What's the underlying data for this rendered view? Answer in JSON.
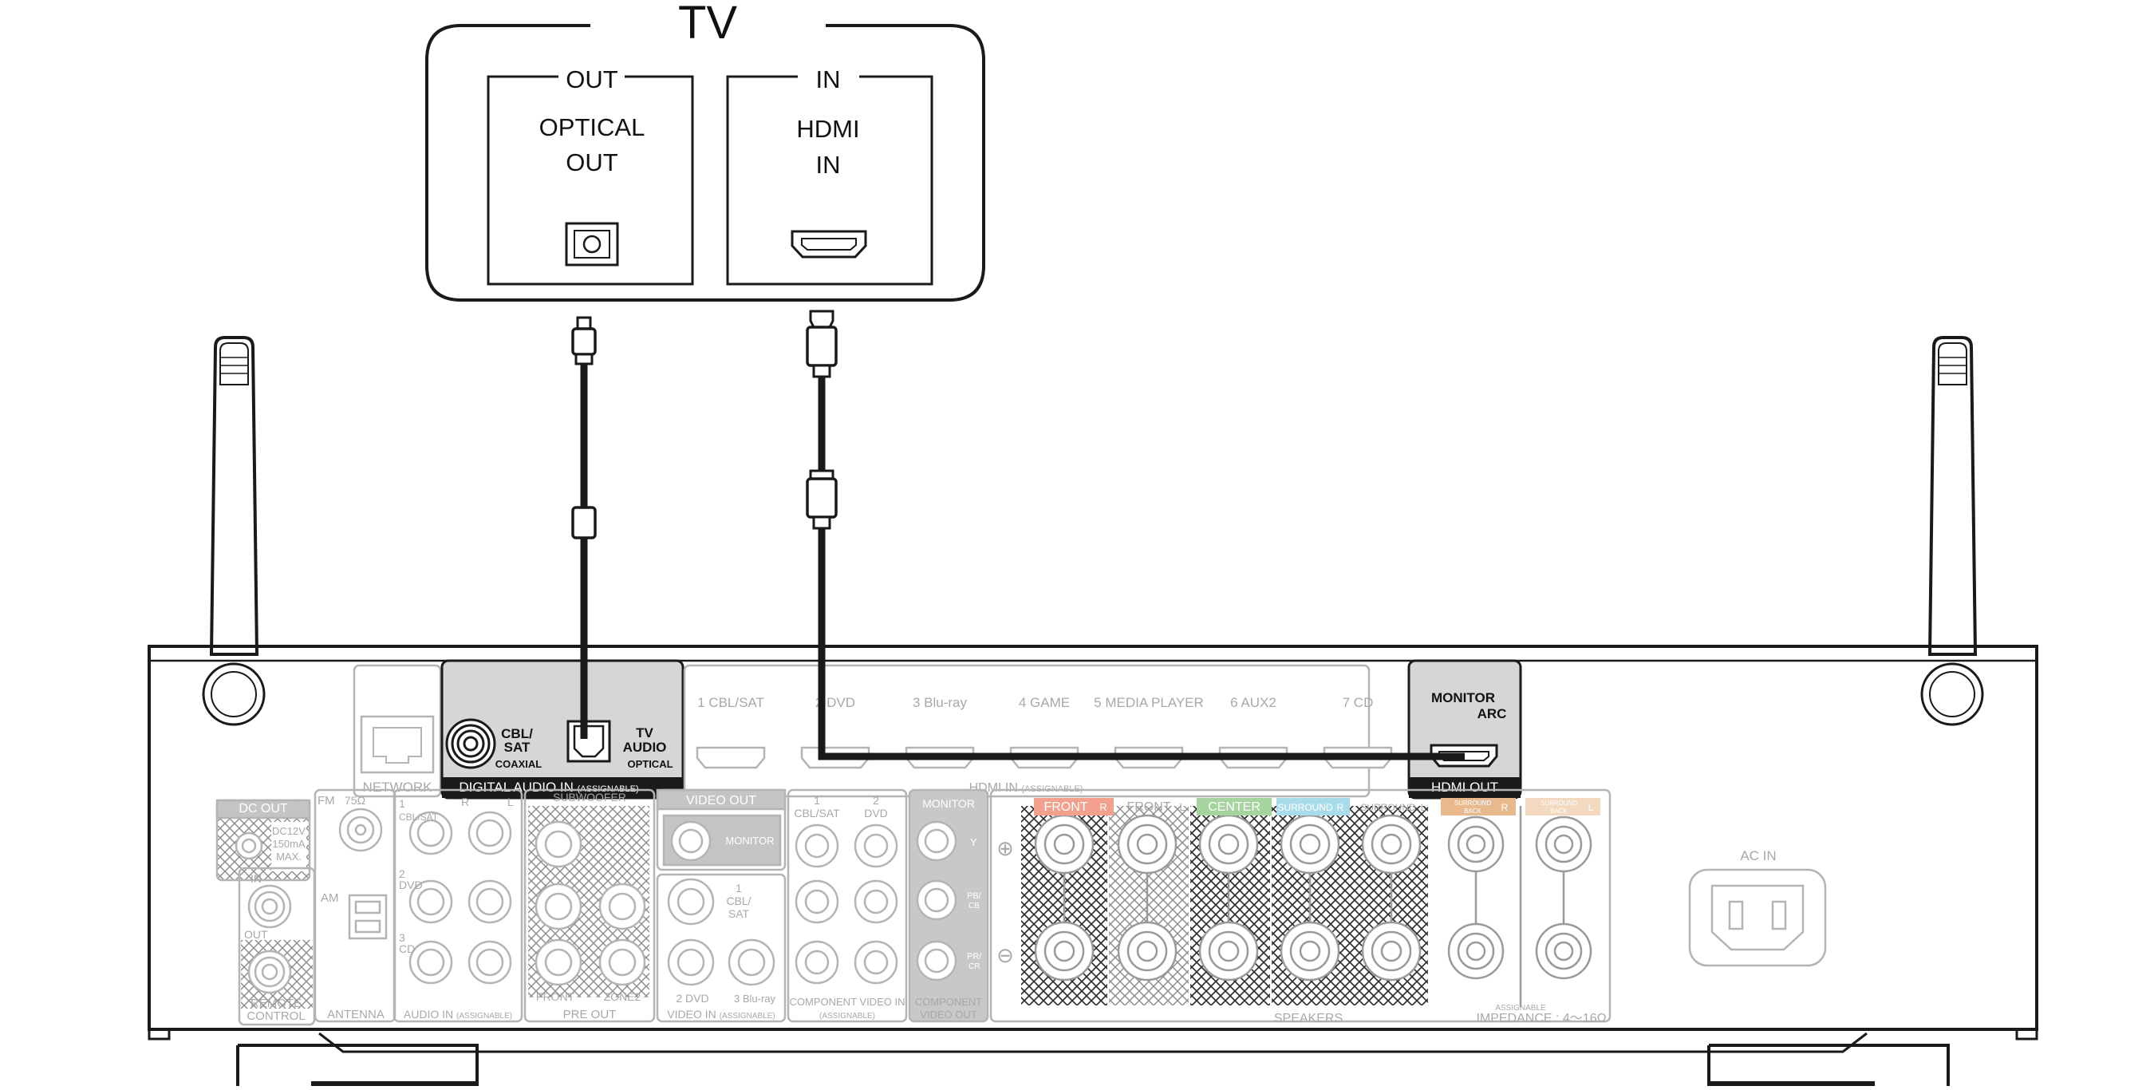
{
  "tv": {
    "title": "TV",
    "out_group": "OUT",
    "in_group": "IN",
    "optical_label_1": "OPTICAL",
    "optical_label_2": "OUT",
    "hdmi_label_1": "HDMI",
    "hdmi_label_2": "IN"
  },
  "receiver": {
    "network": "NETWORK",
    "digital_audio": {
      "cbl_sat_1": "CBL/",
      "cbl_sat_2": "SAT",
      "coaxial": "COAXIAL",
      "tv_audio_1": "TV",
      "tv_audio_2": "AUDIO",
      "optical": "OPTICAL",
      "panel_label": "DIGITAL AUDIO IN",
      "panel_sub": "(ASSIGNABLE)"
    },
    "hdmi_in": {
      "inputs": [
        "1 CBL/SAT",
        "2 DVD",
        "3 Blu-ray",
        "4 GAME",
        "5 MEDIA PLAYER",
        "6 AUX2",
        "7 CD"
      ],
      "panel_label": "HDMI IN",
      "panel_sub": "(ASSIGNABLE)"
    },
    "hdmi_out": {
      "monitor": "MONITOR",
      "arc": "ARC",
      "panel_label": "HDMI OUT"
    },
    "dc_out": {
      "title": "DC OUT",
      "spec_1": "DC12V",
      "spec_2": "150mA",
      "spec_3": "MAX."
    },
    "remote": {
      "in": "IN",
      "out": "OUT",
      "label_1": "REMOTE",
      "label_2": "CONTROL"
    },
    "antenna": {
      "fm": "FM",
      "fm_ohm": "75Ω",
      "am": "AM",
      "label": "ANTENNA"
    },
    "audio_in": {
      "ch_r": "R",
      "ch_l": "L",
      "items": [
        "1",
        "CBL/SAT",
        "2",
        "DVD",
        "3",
        "CD"
      ],
      "label": "AUDIO IN",
      "label_sub": "(ASSIGNABLE)"
    },
    "pre_out": {
      "subwoofer": "SUBWOOFER",
      "front": "FRONT",
      "zone2": "ZONE2",
      "label": "PRE OUT"
    },
    "video_out": {
      "title": "VIDEO OUT",
      "monitor": "MONITOR"
    },
    "video_in": {
      "cbl_1": "1",
      "cbl_2": "CBL/",
      "cbl_3": "SAT",
      "dvd": "2 DVD",
      "bluray": "3 Blu-ray",
      "label": "VIDEO IN",
      "label_sub": "(ASSIGNABLE)"
    },
    "component_in": {
      "col1_1": "1",
      "col1_2": "CBL/SAT",
      "col2_1": "2",
      "col2_2": "DVD",
      "label_1": "COMPONENT VIDEO IN",
      "label_2": "(ASSIGNABLE)"
    },
    "component_out": {
      "monitor": "MONITOR",
      "y": "Y",
      "pb_1": "PB/",
      "pb_2": "CB",
      "pr_1": "PR/",
      "pr_2": "CR",
      "label_1": "COMPONENT",
      "label_2": "VIDEO OUT"
    },
    "speakers": {
      "front": "FRONT",
      "center": "CENTER",
      "surround": "SURROUND",
      "surround_back_1": "SURROUND",
      "surround_back_2": "BACK",
      "ch_r": "R",
      "ch_l": "L",
      "plus": "⊕",
      "minus": "⊖",
      "assignable": "ASSIGNABLE",
      "label": "SPEAKERS",
      "impedance": "IMPEDANCE : 4～16Ω"
    },
    "ac_in": "AC IN"
  },
  "colors": {
    "front": "#f4a08f",
    "center": "#a6d49f",
    "surround": "#a9dcea",
    "surround_back": "#e8b98d",
    "highlight_panel": "#d4d4d4",
    "faded": "#b0b0b0",
    "line": "#1a1a1a"
  }
}
